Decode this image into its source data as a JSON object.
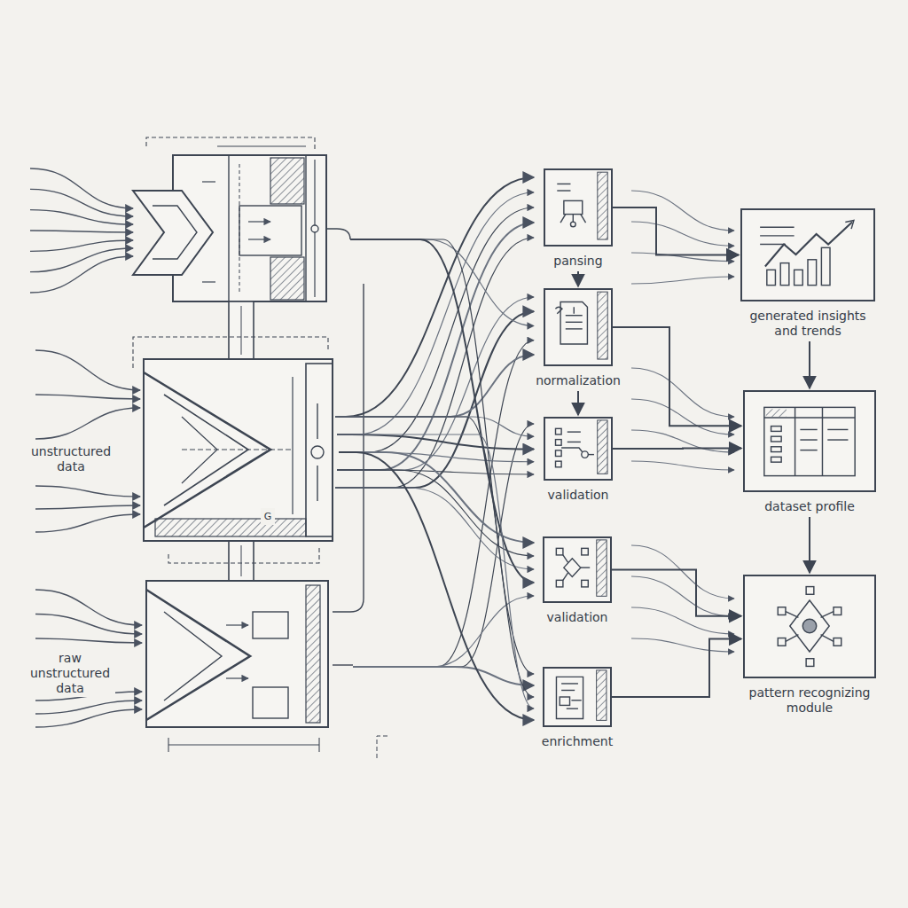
{
  "diagram": {
    "nodes": [
      {
        "text": [
          "pansing"
        ]
      },
      {
        "text": [
          "normalization"
        ]
      },
      {
        "text": [
          "validation"
        ]
      },
      {
        "text": [
          "validation"
        ]
      },
      {
        "text": [
          "enrichment"
        ]
      },
      {
        "text": [
          "generated insights and trends"
        ]
      },
      {
        "text": [
          "dataset profile"
        ]
      },
      {
        "text": [
          "pattern recognizing module"
        ]
      }
    ],
    "edges": [
      {
        "from": 0,
        "to": 1,
        "arrow": "to"
      },
      {
        "from": 1,
        "to": 2,
        "arrow": "to"
      },
      {
        "from": 5,
        "to": 6,
        "arrow": "to"
      },
      {
        "from": 6,
        "to": 7,
        "arrow": "to"
      },
      {
        "from": 0,
        "to": 5,
        "arrow": "to"
      },
      {
        "from": 1,
        "to": 6,
        "arrow": "to"
      },
      {
        "from": 2,
        "to": 6,
        "arrow": "to"
      },
      {
        "from": 3,
        "to": 7,
        "arrow": "to"
      },
      {
        "from": 4,
        "to": 7,
        "arrow": "to"
      }
    ],
    "labels": [
      "unstructured data",
      "raw unstructured data",
      "G"
    ]
  }
}
